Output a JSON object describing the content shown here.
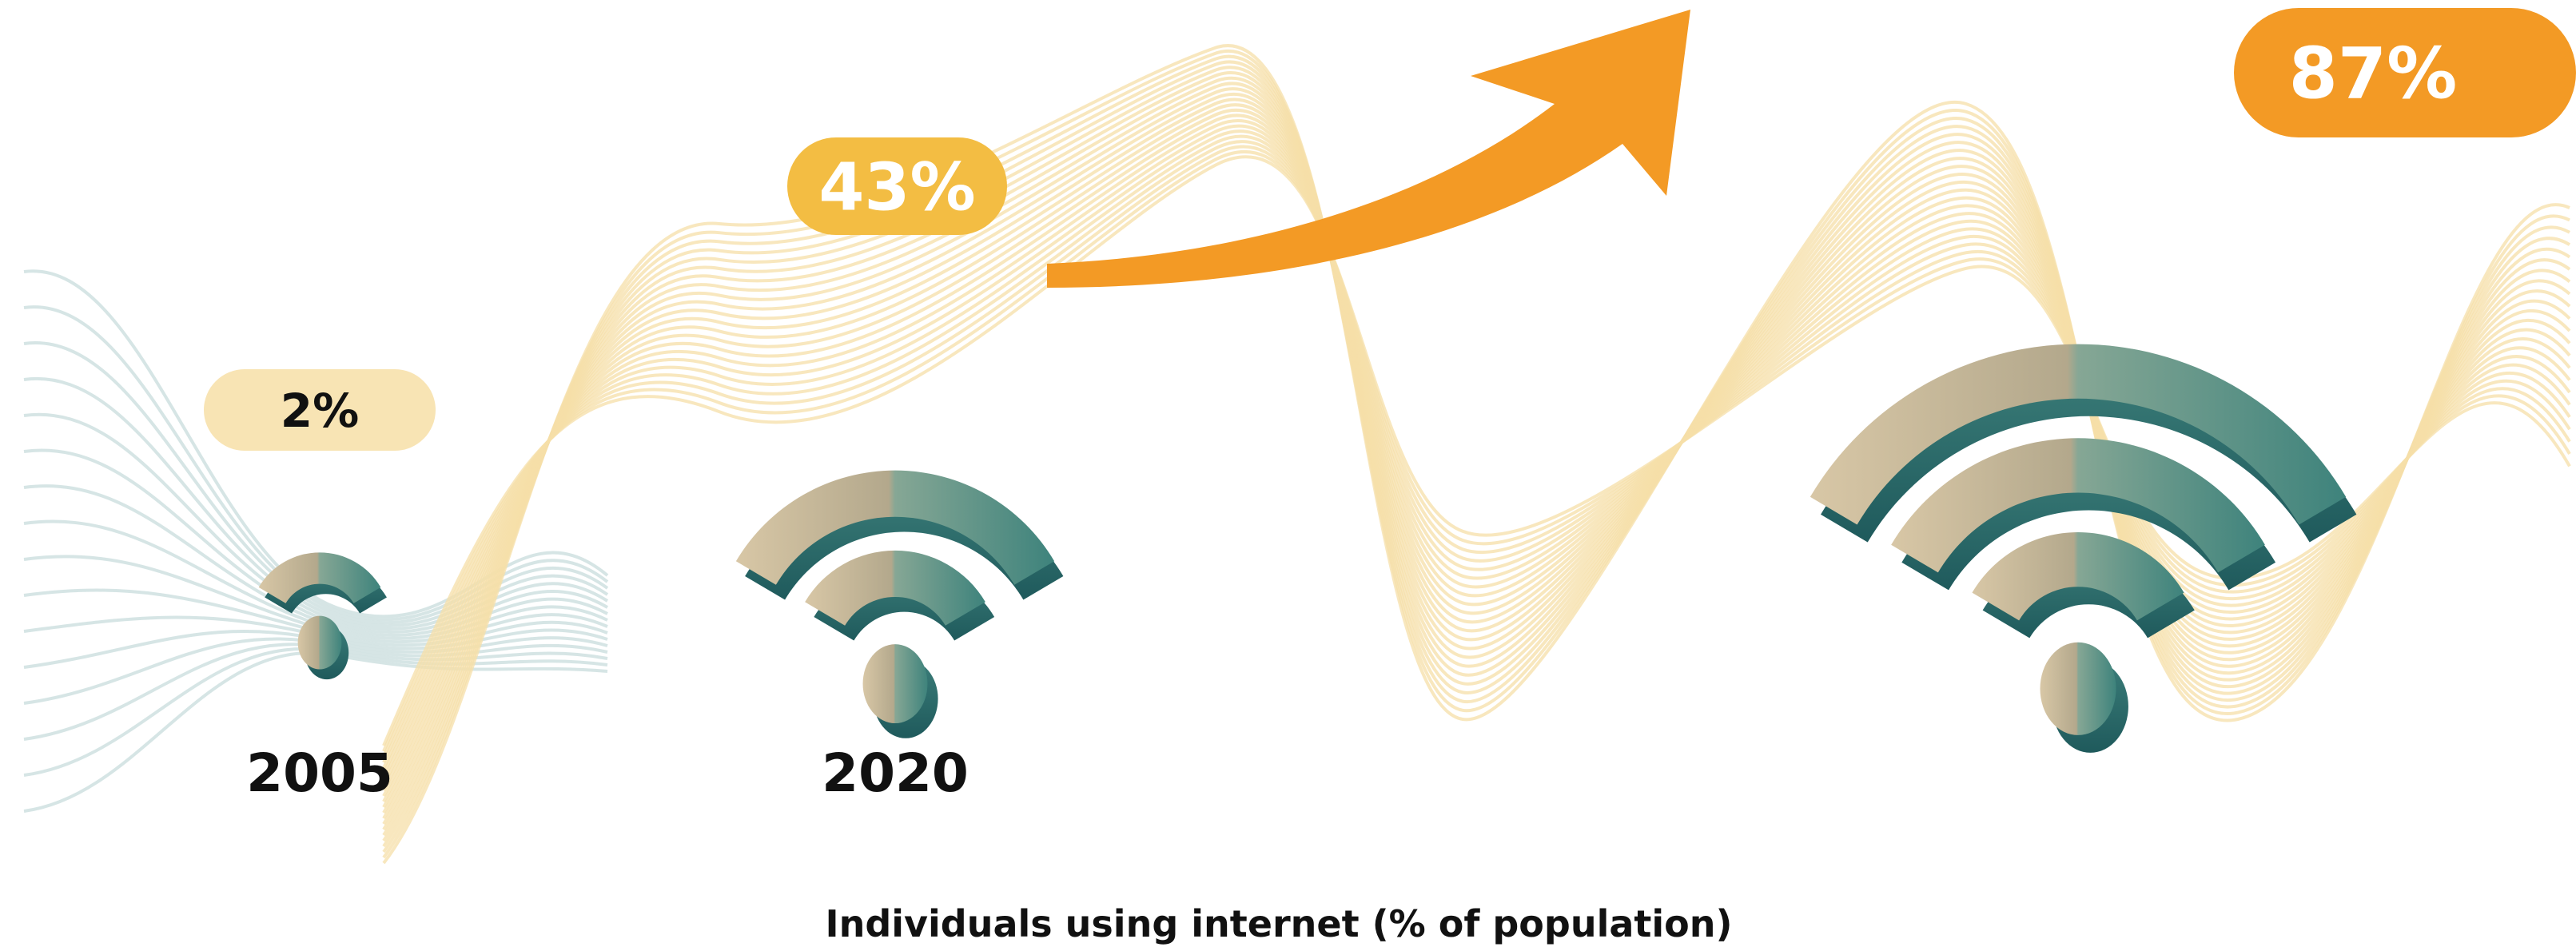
{
  "chart_data": {
    "type": "pictograph",
    "categories": [
      "2005",
      "2020",
      ""
    ],
    "values": [
      2,
      43,
      87
    ],
    "value_labels": [
      "2%",
      "43%",
      "87%"
    ],
    "unit": "%",
    "xlabel": "Individuals using internet (% of population)",
    "ylabel": "",
    "title": "",
    "icon": "wifi-icon"
  },
  "colors": {
    "background": "#ffffff",
    "badge_2005": "#f8e4b4",
    "badge_2020": "#f3bd43",
    "badge_latest": "#f39a25",
    "arrow": "#f39a25",
    "wave_light": "#f6dfa8",
    "wave_cool": "#cfe0e0",
    "wifi_front_light": "#c8b595",
    "wifi_front_dark": "#5b9a8c",
    "wifi_side": "#2f6f70",
    "label_text": "#111111",
    "badge_text_light": "#111111",
    "badge_text_dark": "#ffffff"
  }
}
